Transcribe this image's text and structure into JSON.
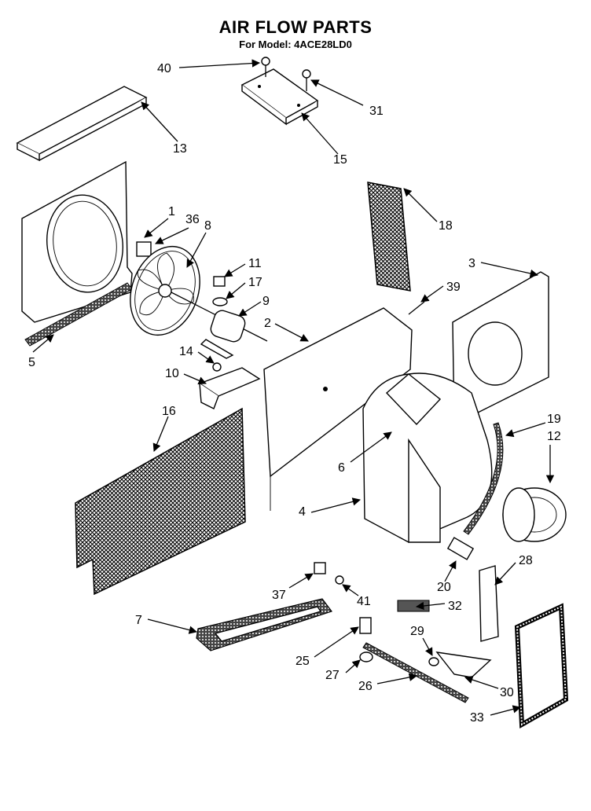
{
  "header": {
    "title": "AIR FLOW PARTS",
    "subtitle": "For Model: 4ACE28LD0"
  },
  "callouts": [
    "40",
    "31",
    "15",
    "13",
    "18",
    "1",
    "36",
    "8",
    "11",
    "17",
    "9",
    "3",
    "39",
    "2",
    "5",
    "14",
    "10",
    "16",
    "19",
    "12",
    "6",
    "4",
    "28",
    "20",
    "37",
    "41",
    "32",
    "7",
    "29",
    "25",
    "27",
    "26",
    "30",
    "33"
  ]
}
